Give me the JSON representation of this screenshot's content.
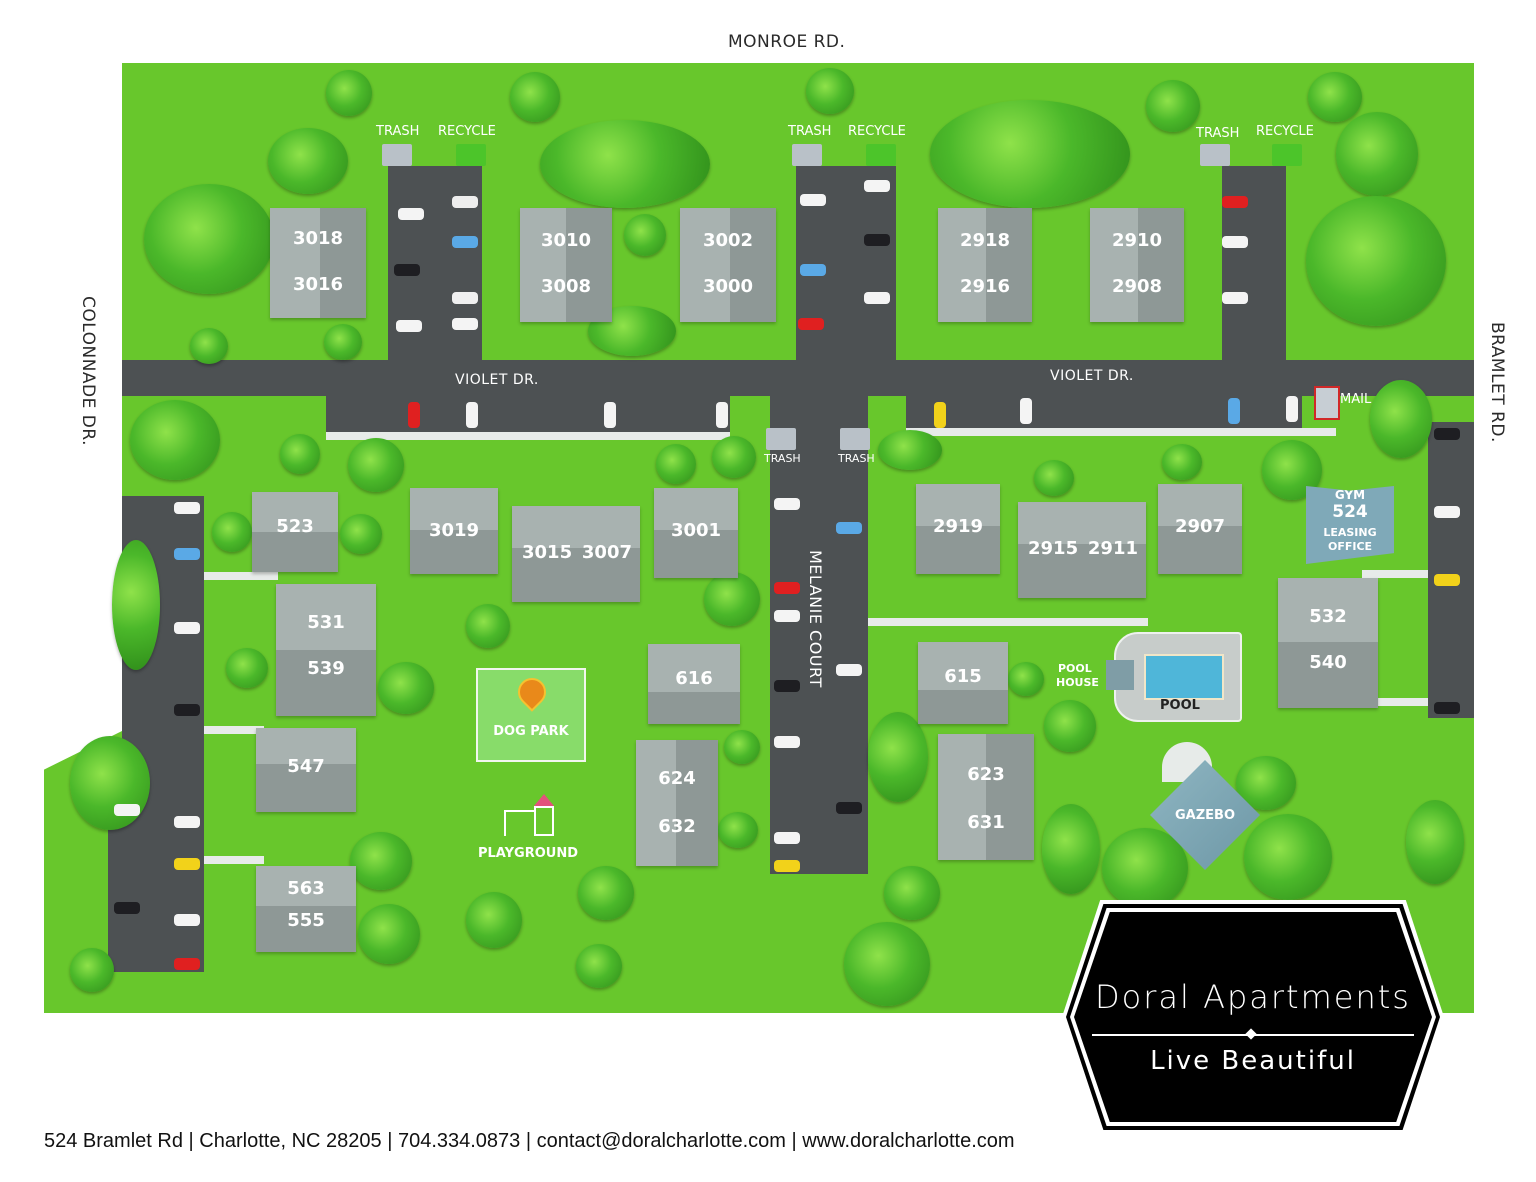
{
  "map": {
    "title": "Doral Apartments",
    "tagline": "Live Beautiful",
    "colors": {
      "grass": "#68c72c",
      "grass_dark": "#5cb82a",
      "road": "#4d5153",
      "walkway": "#e7ebe9",
      "building_light": "#a8b2b0",
      "building_dark": "#8e9896",
      "amenity_blue": "#7fa9b8",
      "logo_bg": "#000000",
      "logo_text": "#ffffff"
    },
    "streets": {
      "north": "MONROE RD.",
      "west": "COLONNADE DR.",
      "east": "BRAMLET RD.",
      "internal_west": "VIOLET DR.",
      "internal_east": "VIOLET DR.",
      "court": "MELANIE COURT"
    },
    "buildings": [
      {
        "id": "b1",
        "units": [
          "3018",
          "3016"
        ]
      },
      {
        "id": "b2",
        "units": [
          "3010",
          "3008"
        ]
      },
      {
        "id": "b3",
        "units": [
          "3002",
          "3000"
        ]
      },
      {
        "id": "b4",
        "units": [
          "2918",
          "2916"
        ]
      },
      {
        "id": "b5",
        "units": [
          "2910",
          "2908"
        ]
      },
      {
        "id": "b6",
        "units": [
          "3019"
        ]
      },
      {
        "id": "b7",
        "units": [
          "3015",
          "3007"
        ]
      },
      {
        "id": "b8",
        "units": [
          "3001"
        ]
      },
      {
        "id": "b9",
        "units": [
          "2919"
        ]
      },
      {
        "id": "b10",
        "units": [
          "2915",
          "2911"
        ]
      },
      {
        "id": "b11",
        "units": [
          "2907"
        ]
      },
      {
        "id": "b12",
        "units": [
          "523"
        ]
      },
      {
        "id": "b13",
        "units": [
          "531",
          "539"
        ]
      },
      {
        "id": "b14",
        "units": [
          "547"
        ]
      },
      {
        "id": "b15",
        "units": [
          "563",
          "555"
        ]
      },
      {
        "id": "b16",
        "units": [
          "616"
        ]
      },
      {
        "id": "b17",
        "units": [
          "624",
          "632"
        ]
      },
      {
        "id": "b18",
        "units": [
          "615"
        ]
      },
      {
        "id": "b19",
        "units": [
          "623",
          "631"
        ]
      },
      {
        "id": "b20",
        "units": [
          "532",
          "540"
        ]
      }
    ],
    "leasing": {
      "line1": "GYM",
      "number": "524",
      "line2": "LEASING",
      "line3": "OFFICE"
    },
    "amenities": {
      "trash": "TRASH",
      "recycle": "RECYCLE",
      "mail": "MAIL",
      "mailbox_sign": "MAIL",
      "pool": "POOL",
      "pool_house_1": "POOL",
      "pool_house_2": "HOUSE",
      "gazebo": "GAZEBO",
      "dog_park": "DOG PARK",
      "playground": "PLAYGROUND"
    }
  },
  "footer": {
    "address": "524 Bramlet Rd",
    "city": "Charlotte, NC 28205",
    "phone": "704.334.0873",
    "email": "contact@doralcharlotte.com",
    "website": "www.doralcharlotte.com",
    "separator": "|"
  }
}
